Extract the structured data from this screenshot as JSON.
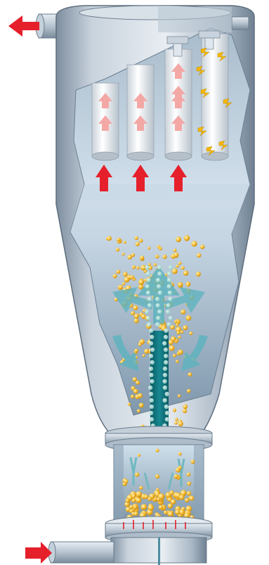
{
  "diagram": {
    "subject": "",
    "colors": {
      "shell_light": "#dfe6ee",
      "shell_mid": "#aab8c6",
      "shell_dark": "#6f8192",
      "chamber_light": "#d9e6f1",
      "chamber_dark": "#7f97ac",
      "filter_bag": "#eef1f4",
      "gas_arrow": "#e5202b",
      "gas_arrow_faint": "#f4a8a6",
      "flow_arrow": "#5fb3be",
      "jet": "#0f6b74",
      "particle": "#f2b51d",
      "pulse_spark": "#f5b800"
    },
    "filter_bags": [
      {
        "id": "bag-1",
        "arrow": "up"
      },
      {
        "id": "bag-2",
        "arrow": "up"
      },
      {
        "id": "bag-3",
        "arrow": "up"
      },
      {
        "id": "bag-4",
        "arrow": "pulse"
      }
    ],
    "icons": {
      "gas_outlet": "arrow-left-icon",
      "gas_inlet": "arrow-right-icon",
      "gas_flow": "arrow-up-icon",
      "pulse": "lightning-icon"
    }
  }
}
